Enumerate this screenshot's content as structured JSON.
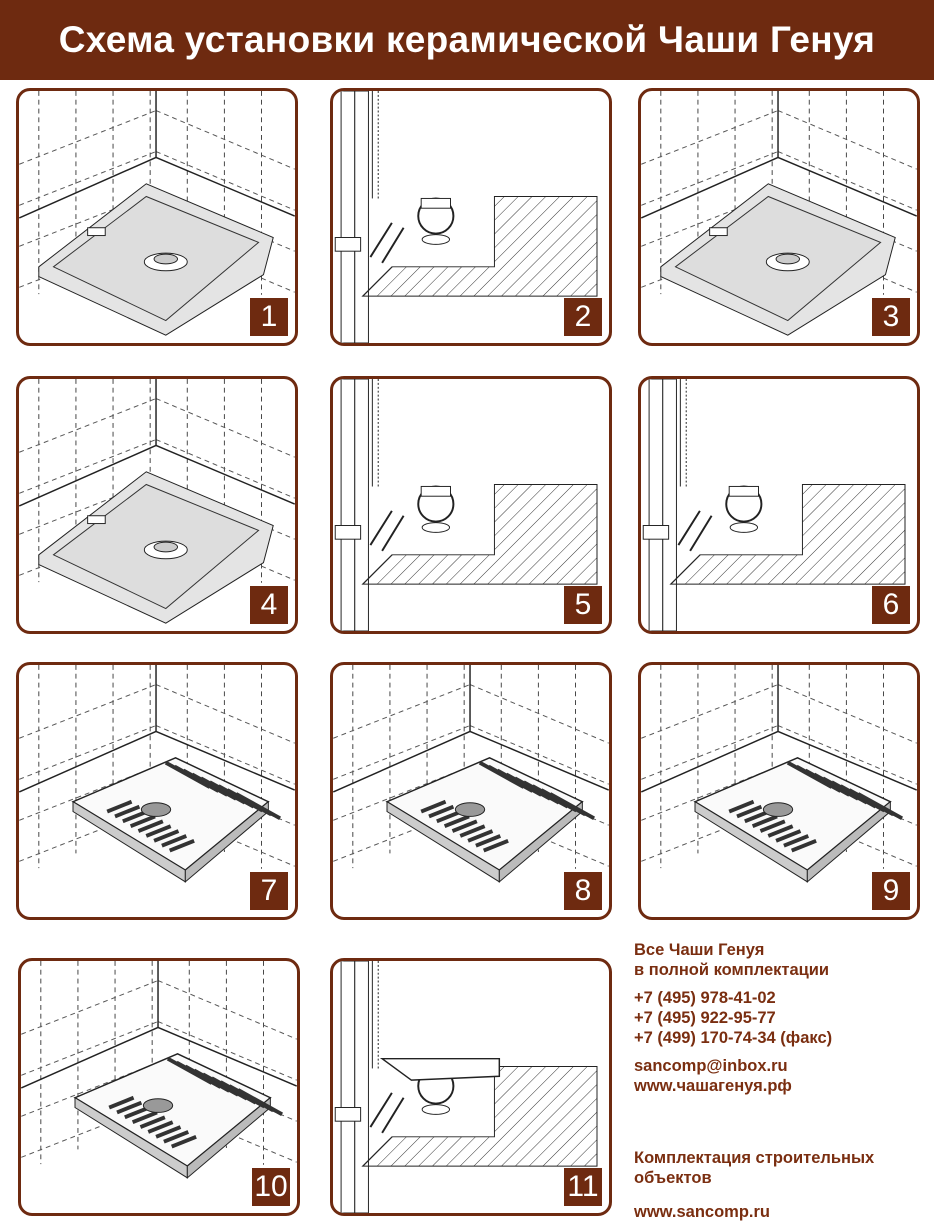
{
  "header": {
    "title": "Схема установки керамической Чаши Генуя"
  },
  "steps": [
    "1",
    "2",
    "3",
    "4",
    "5",
    "6",
    "7",
    "8",
    "9",
    "10",
    "11"
  ],
  "info": {
    "line1": "Все Чаши Генуя",
    "line2": "в полной комплектации",
    "phones": [
      "+7 (495) 978-41-02",
      "+7 (495) 922-95-77",
      "+7 (499) 170-74-34 (факс)"
    ],
    "email": "sancomp@inbox.ru",
    "site1": "www.чашагенуя.рф",
    "company1": "Комплектация строительных",
    "company2": "объектов",
    "site2": "www.sancomp.ru"
  },
  "colors": {
    "brand": "#6e2a10",
    "text": "#7a2e10"
  }
}
